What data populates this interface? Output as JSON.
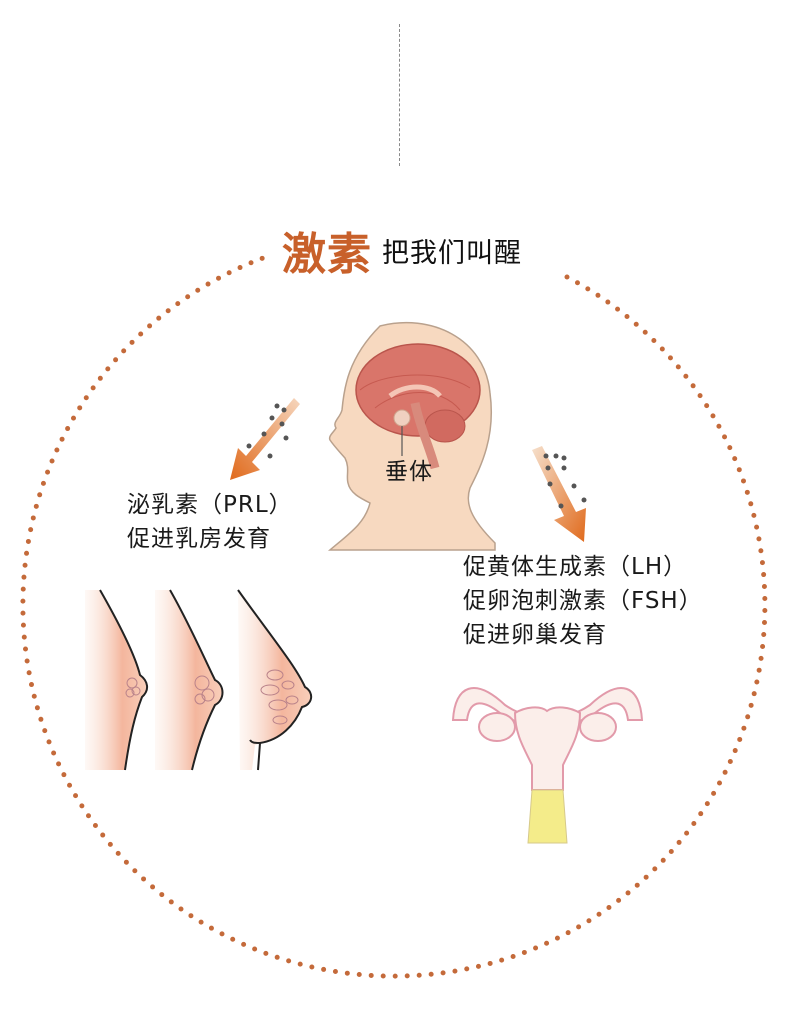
{
  "title": {
    "accent": "激素",
    "rest": "把我们叫醒"
  },
  "colors": {
    "accent": "#c8602a",
    "dots": "#c46a3a",
    "skin": "#f7d9c0",
    "brain": "#d9756a",
    "arrow": "#e0782a",
    "uterus_outline": "#e29aaa",
    "vagina": "#f4ec8a",
    "text": "#1a1a1a"
  },
  "head": {
    "pituitary_label": "垂体"
  },
  "left_group": {
    "hormone": "泌乳素（PRL）",
    "effect": "促进乳房发育",
    "arrow_icon": "arrow-down-left-icon",
    "illustration": "breast-development-stages"
  },
  "right_group": {
    "hormone_1": "促黄体生成素（LH）",
    "hormone_2": "促卵泡刺激素（FSH）",
    "effect": "促进卵巢发育",
    "arrow_icon": "arrow-down-right-icon",
    "illustration": "uterus-ovaries"
  }
}
